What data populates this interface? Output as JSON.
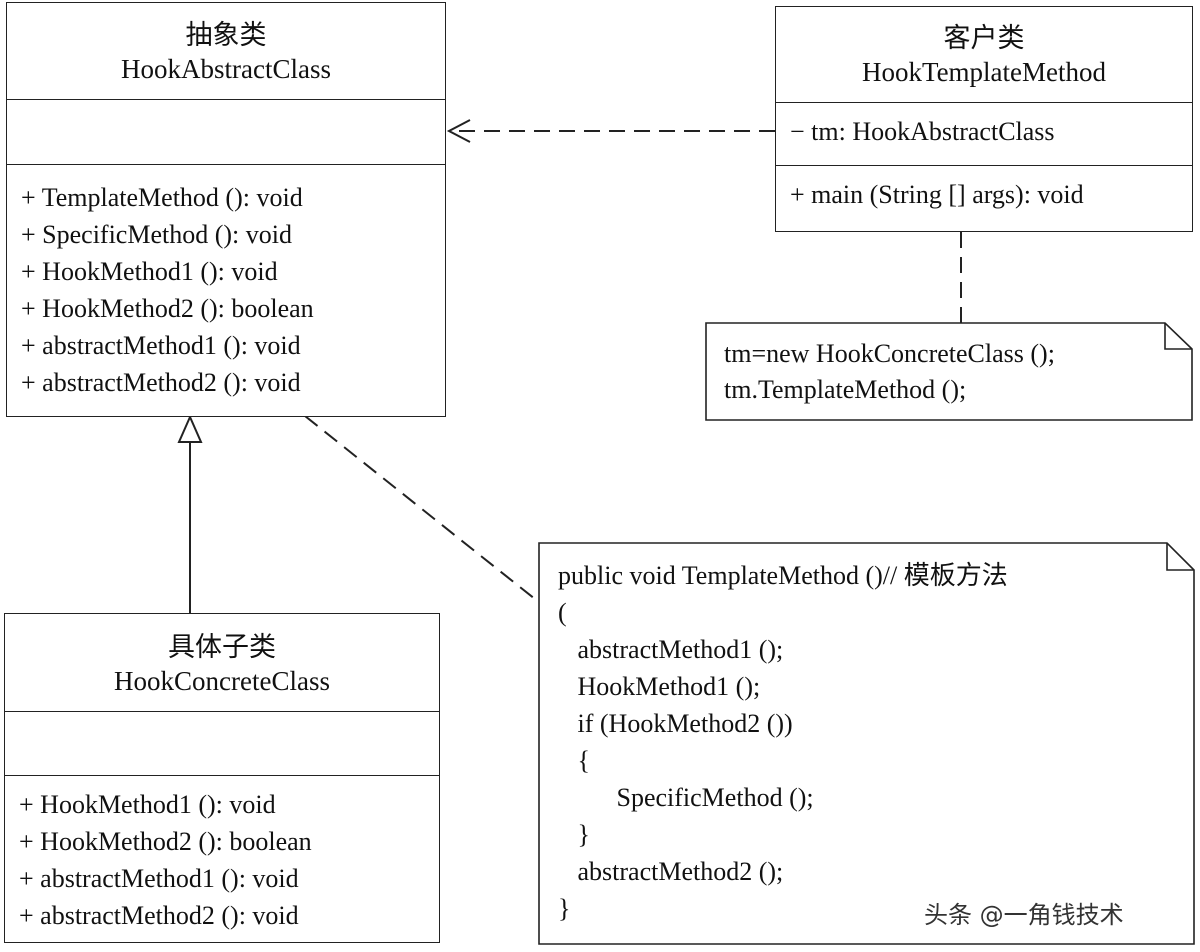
{
  "abstract_class": {
    "stereotype": "抽象类",
    "name": "HookAbstractClass",
    "operations": [
      "+ TemplateMethod (): void",
      "+ SpecificMethod (): void",
      "+ HookMethod1 (): void",
      "+ HookMethod2 (): boolean",
      "+ abstractMethod1 (): void",
      "+ abstractMethod2 (): void"
    ]
  },
  "client_class": {
    "stereotype": "客户类",
    "name": "HookTemplateMethod",
    "attributes": [
      "− tm: HookAbstractClass"
    ],
    "operations": [
      "+ main (String [] args): void"
    ]
  },
  "concrete_class": {
    "stereotype": "具体子类",
    "name": "HookConcreteClass",
    "operations": [
      "+ HookMethod1 (): void",
      "+ HookMethod2 (): boolean",
      "+ abstractMethod1 (): void",
      "+ abstractMethod2 (): void"
    ]
  },
  "client_note": {
    "lines": [
      "tm=new HookConcreteClass ();",
      "tm.TemplateMethod ();"
    ]
  },
  "template_note": {
    "lines": [
      "public void TemplateMethod ()// 模板方法",
      "(",
      "   abstractMethod1 ();",
      "   HookMethod1 ();",
      "   if (HookMethod2 ())",
      "   {",
      "         SpecificMethod ();",
      "   }",
      "   abstractMethod2 ();",
      "}"
    ]
  },
  "watermark": "头条 @一角钱技术"
}
